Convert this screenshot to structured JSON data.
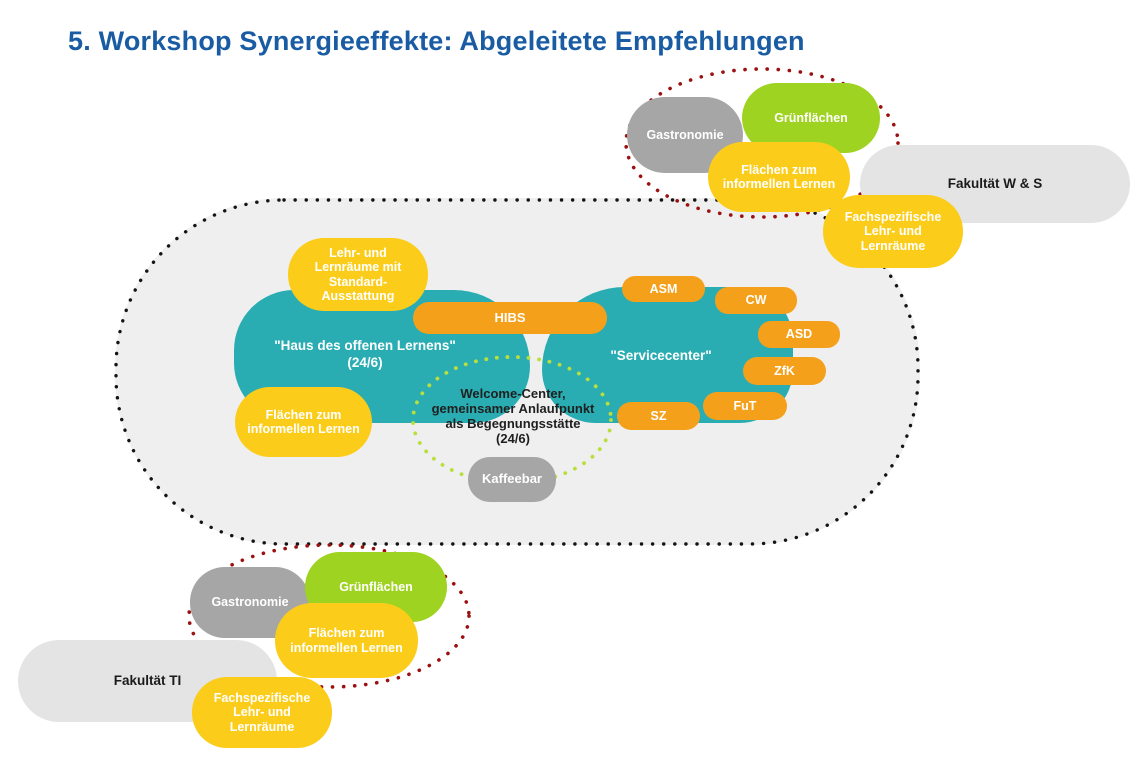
{
  "title": "5. Workshop Synergieeffekte: Abgeleitete Empfehlungen",
  "colors": {
    "title_blue": "#1A5CA3",
    "campus_background": "#EFEFEF",
    "teal": "#29ADB2",
    "orange": "#F5A01B",
    "yellow": "#FBCD1A",
    "green": "#9ED321",
    "gray_pill": "#A6A6A6",
    "faculty_pill": "#E4E4E4",
    "black_dots": "#141414",
    "red_dots": "#9B1111",
    "green_dots": "#B9DF3C"
  },
  "clusters": {
    "top_right": {
      "gastronomie": "Gastronomie",
      "gruenflaechen": "Grünflächen",
      "flaechen_informell": "Flächen zum informellen Lernen",
      "fakultaet": "Fakultät W & S",
      "fachspezifisch": "Fachspezifische Lehr- und Lernräume"
    },
    "bottom_left": {
      "gastronomie": "Gastronomie",
      "gruenflaechen": "Grünflächen",
      "flaechen_informell": "Flächen zum informellen Lernen",
      "fakultaet": "Fakultät TI",
      "fachspezifisch": "Fachspezifische Lehr- und Lernräume"
    }
  },
  "campus": {
    "haus_des_offenen_lernens": {
      "lines": [
        "\"Haus des offenen Lernens\"",
        "(24/6)"
      ]
    },
    "lehr_standard": "Lehr- und Lernräume mit Standard-Ausstattung",
    "flaechen_informell": "Flächen zum informellen Lernen",
    "hibs": "HIBS",
    "servicecenter": "\"Servicecenter\"",
    "asm": "ASM",
    "cw": "CW",
    "asd": "ASD",
    "zfk": "ZfK",
    "fut": "FuT",
    "sz": "SZ",
    "welcome_center": {
      "lines": [
        "Welcome-Center,",
        "gemeinsamer Anlaufpunkt",
        "als Begegnungsstätte",
        "(24/6)"
      ]
    },
    "kaffeebar": "Kaffeebar"
  }
}
